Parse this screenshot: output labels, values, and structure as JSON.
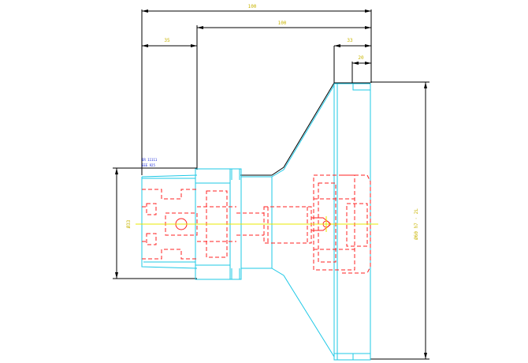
{
  "dimensions": {
    "overall": "100",
    "right_long": "100",
    "left_short": "35",
    "right_short": "33",
    "small": "20",
    "left_diameter": "Ø33",
    "right_diameter": "Ø60 h7 · 2L"
  },
  "notes": {
    "line1": "ER 11111",
    "line2": "EEE 925"
  },
  "colors": {
    "outline": "#1ec8e6",
    "hidden": "#ff2020",
    "centerline": "#e8e800",
    "dimension": "#000000",
    "dimension_text": "#c8b400",
    "note_text": "#1a2ad8"
  }
}
